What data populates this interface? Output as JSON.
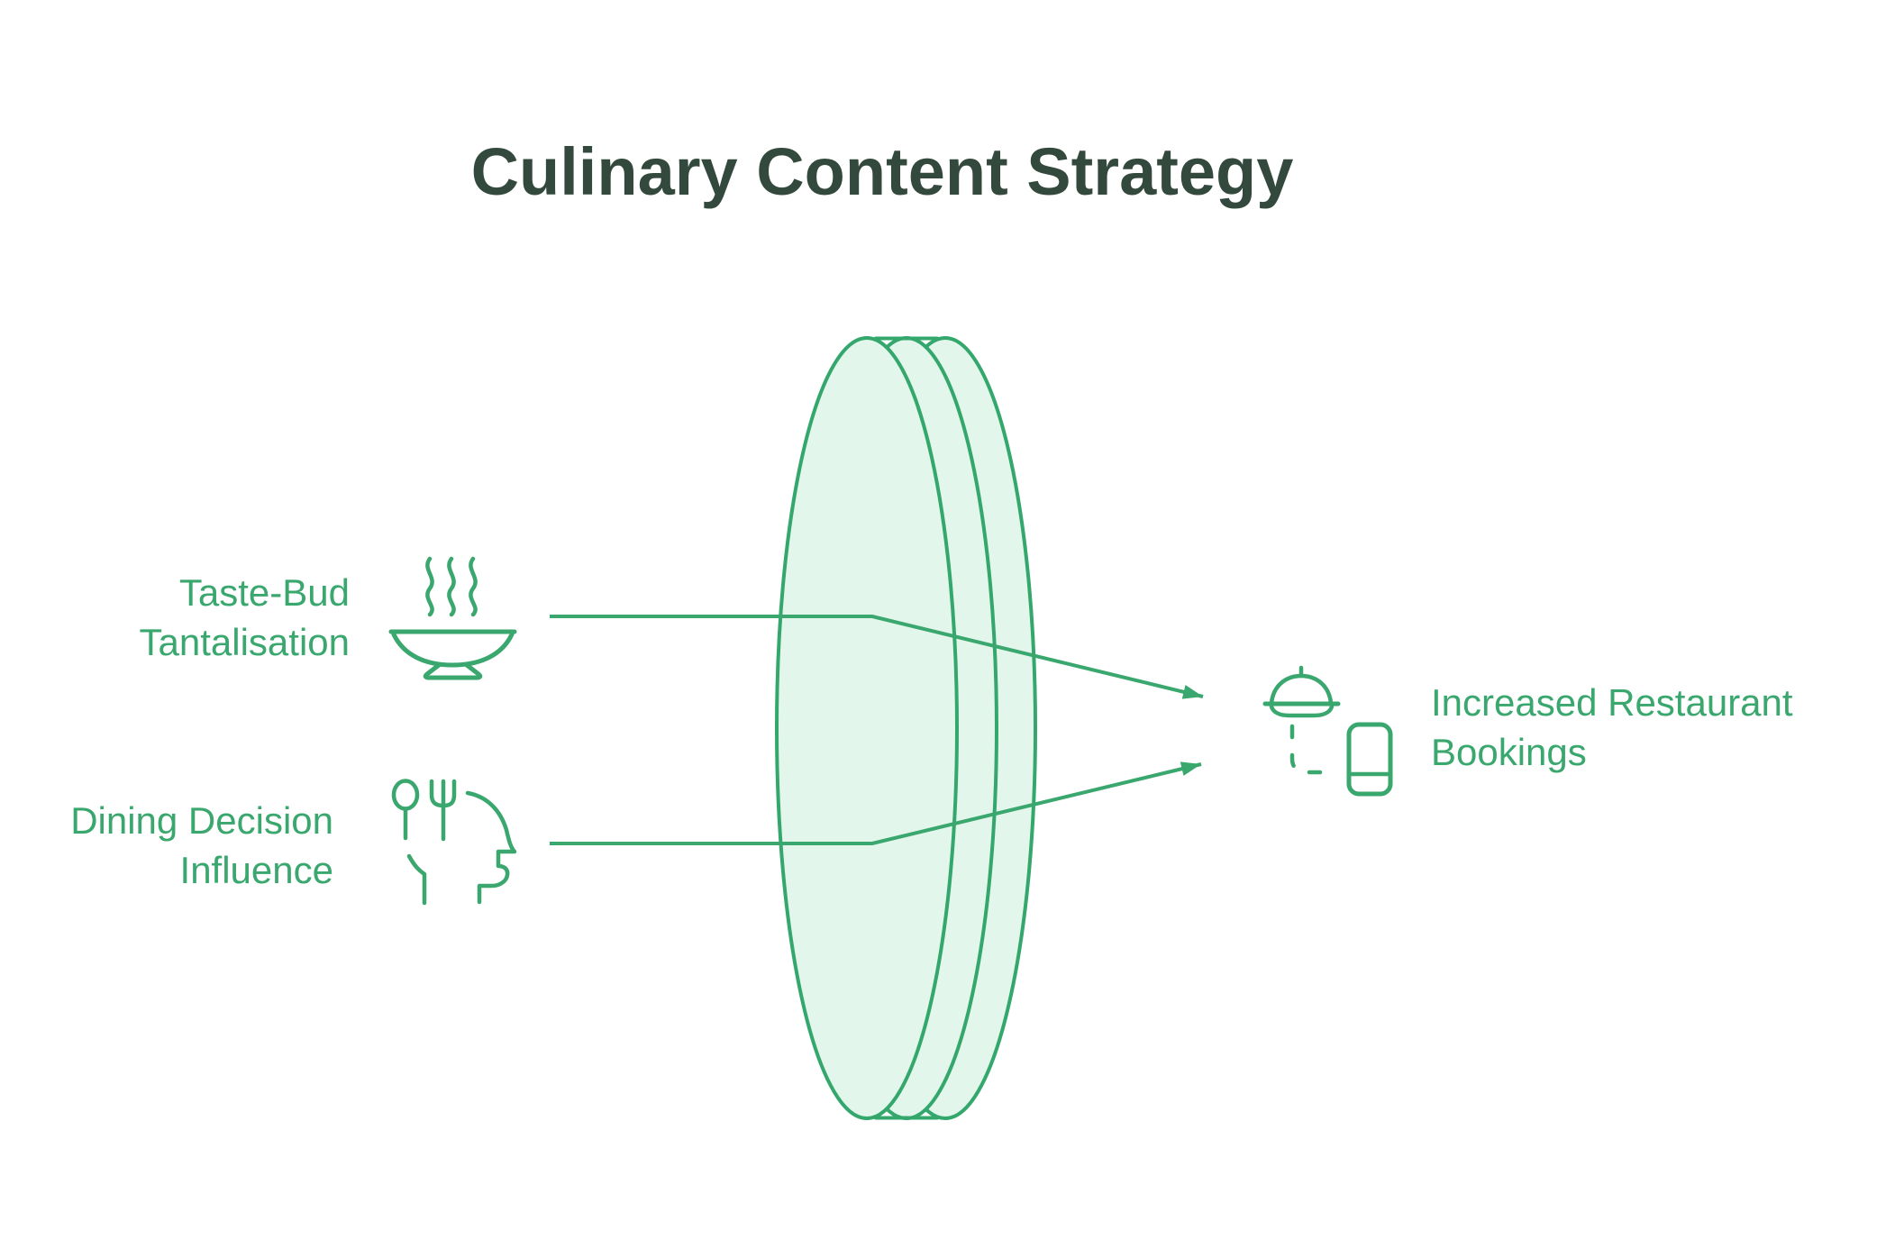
{
  "title": "Culinary Content Strategy",
  "colors": {
    "accent": "#3aa76e",
    "lens_fill": "#e3f6ec",
    "lens_stroke": "#34a76c",
    "title_color": "#34493e",
    "background": "#ffffff"
  },
  "inputs": [
    {
      "label_line1": "Taste-Bud",
      "label_line2": "Tantalisation",
      "icon": "steaming-bowl-icon"
    },
    {
      "label_line1": "Dining Decision",
      "label_line2": "Influence",
      "icon": "dining-decision-head-icon"
    }
  ],
  "lens": {
    "shape": "converging-lens"
  },
  "output": {
    "label_line1": "Increased Restaurant",
    "label_line2": "Bookings",
    "icon": "cloche-phone-booking-icon"
  }
}
